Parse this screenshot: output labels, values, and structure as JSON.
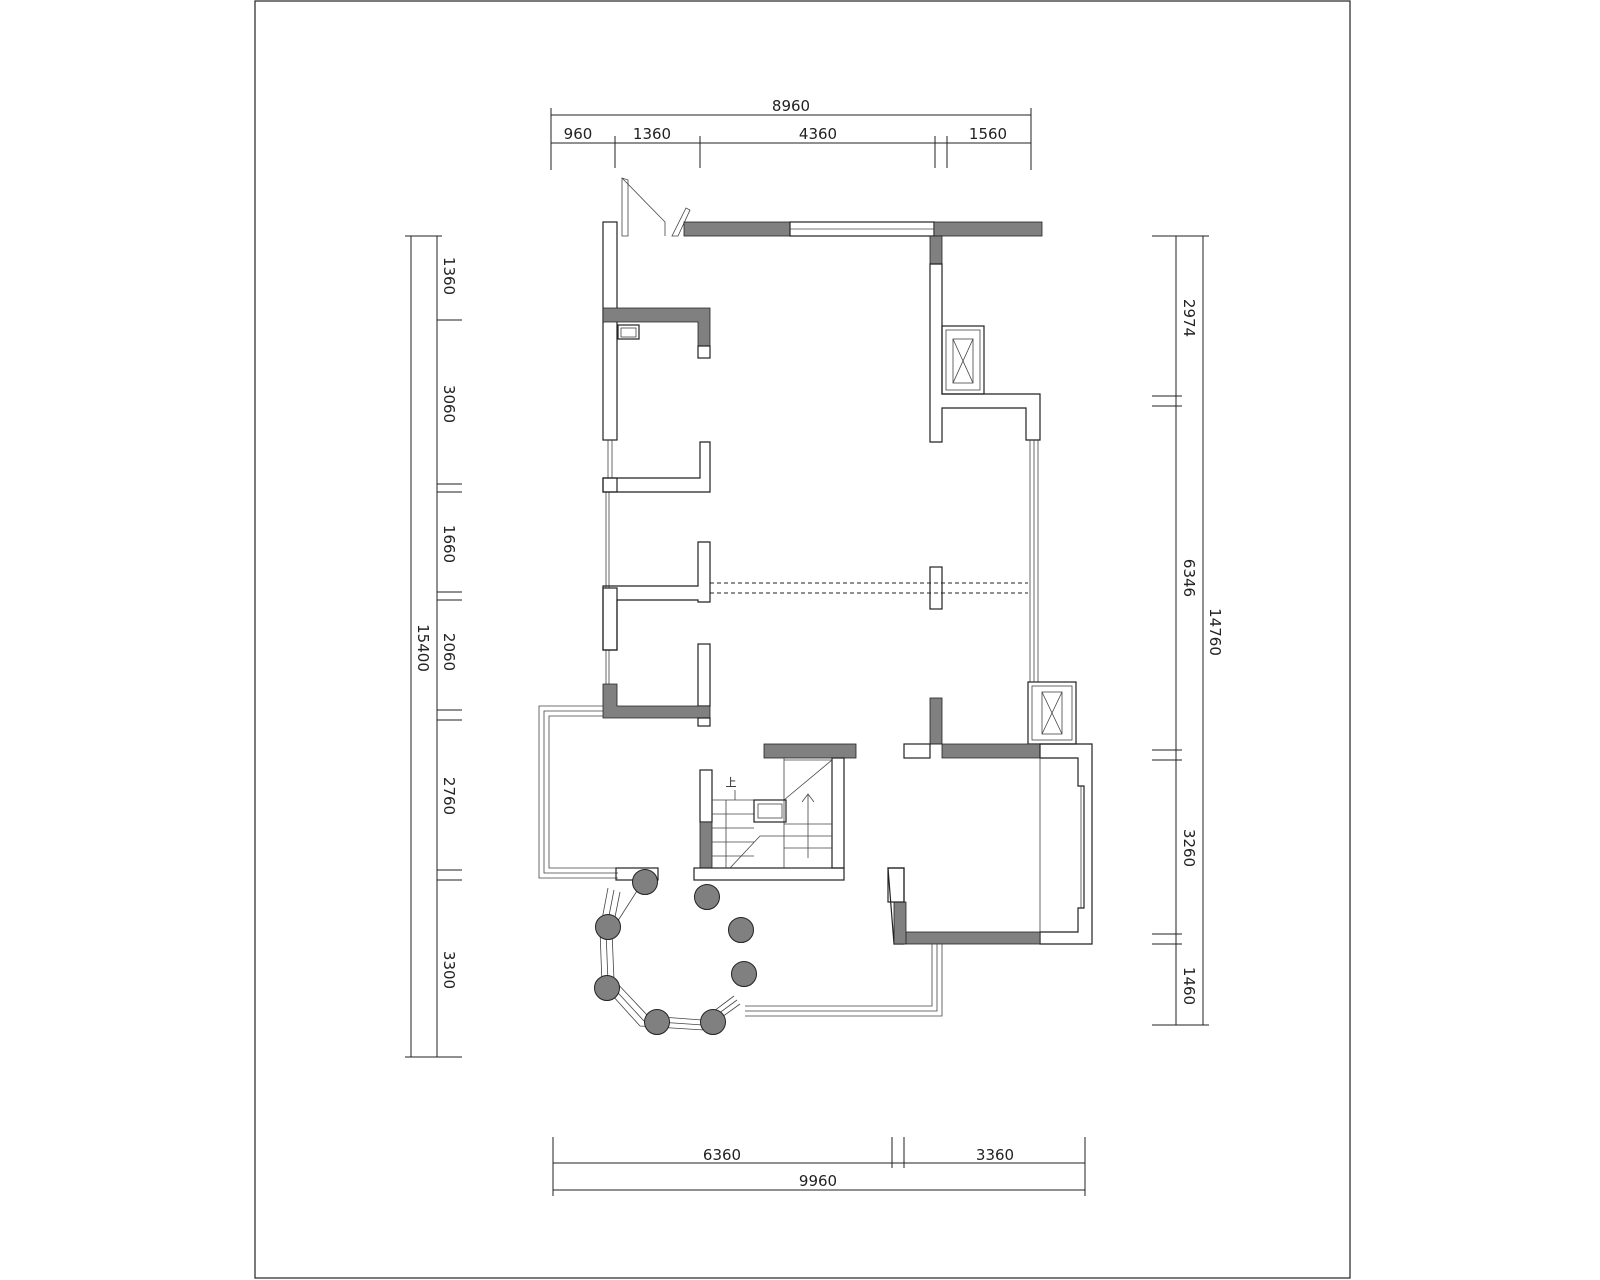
{
  "dimensions": {
    "top_total": "8960",
    "top_segments": [
      "960",
      "1360",
      "4360",
      "1560"
    ],
    "left_total": "15400",
    "left_segments": [
      "1360",
      "3060",
      "1660",
      "2060",
      "2760",
      "3300"
    ],
    "right_total": "14760",
    "right_segments": [
      "2974",
      "6346",
      "3260",
      "1460"
    ],
    "bottom_total": "9960",
    "bottom_segments": [
      "6360",
      "3360"
    ]
  },
  "stair_label": "上",
  "colors": {
    "wall_fill": "#808080",
    "line": "#222222",
    "background": "#ffffff"
  }
}
